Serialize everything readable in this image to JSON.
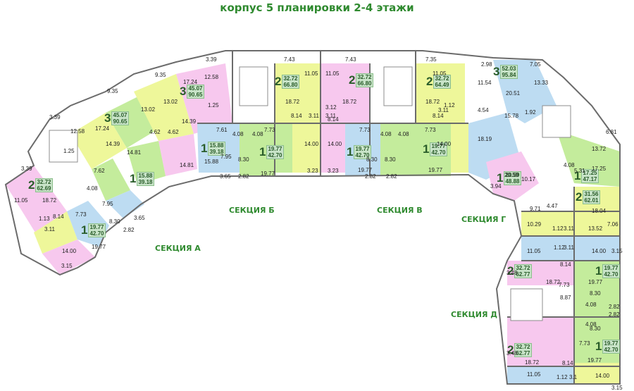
{
  "title": "корпус 5 планировки 2-4 этажи",
  "sections": [
    {
      "id": "a",
      "label": "СЕКЦИЯ А"
    },
    {
      "id": "b",
      "label": "СЕКЦИЯ Б"
    },
    {
      "id": "v",
      "label": "СЕКЦИЯ В"
    },
    {
      "id": "g",
      "label": "СЕКЦИЯ Г"
    },
    {
      "id": "d",
      "label": "СЕКЦИЯ Д"
    }
  ],
  "colors": {
    "pink": "#f7c8ee",
    "yellow": "#eef79a",
    "blue": "#bddcf2",
    "green": "#c4ec9c",
    "wall": "#6b6b6b",
    "outline": "#8c8c8c"
  },
  "apartments": [
    {
      "rooms": "2",
      "area1": "32.72",
      "area2": "62.69"
    },
    {
      "rooms": "1",
      "area1": "19.77",
      "area2": "42.70"
    },
    {
      "rooms": "1",
      "area1": "15.88",
      "area2": "39.18"
    },
    {
      "rooms": "3",
      "area1": "45.07",
      "area2": "90.65"
    },
    {
      "rooms": "3",
      "area1": "45.07",
      "area2": "90.65"
    },
    {
      "rooms": "1",
      "area1": "15.88",
      "area2": "39.18"
    },
    {
      "rooms": "1",
      "area1": "19.77",
      "area2": "42.70"
    },
    {
      "rooms": "2",
      "area1": "32.72",
      "area2": "66.80"
    },
    {
      "rooms": "2",
      "area1": "32.72",
      "area2": "66.80"
    },
    {
      "rooms": "1",
      "area1": "19.77",
      "area2": "42.70"
    },
    {
      "rooms": "1",
      "area1": "19.77",
      "area2": "42.70"
    },
    {
      "rooms": "2",
      "area1": "32.72",
      "area2": "64.49"
    },
    {
      "rooms": "3",
      "area1": "52.03",
      "area2": "95.84"
    },
    {
      "rooms": "1",
      "area1": "20.59",
      "area2": "48.88"
    },
    {
      "rooms": "1",
      "area1": "17.25",
      "area2": "47.17"
    },
    {
      "rooms": "2",
      "area1": "31.56",
      "area2": "62.01"
    },
    {
      "rooms": "1",
      "area1": "19.77",
      "area2": "42.70"
    },
    {
      "rooms": "2",
      "area1": "32.72",
      "area2": "62.77"
    },
    {
      "rooms": "2",
      "area1": "32.72",
      "area2": "62.77"
    },
    {
      "rooms": "1",
      "area1": "19.77",
      "area2": "42.70"
    }
  ],
  "room_labels": [
    "3.39",
    "3.39",
    "11.05",
    "18.72",
    "8.14",
    "1.13",
    "3.11",
    "14.00",
    "3.15",
    "12.58",
    "1.25",
    "17.24",
    "14.39",
    "7.62",
    "4.08",
    "7.95",
    "7.73",
    "8.30",
    "19.77",
    "2.82",
    "3.65",
    "9.35",
    "13.02",
    "4.62",
    "14.81",
    "9.35",
    "17.24",
    "13.02",
    "4.62",
    "14.39",
    "14.81",
    "3.39",
    "12.58",
    "1.25",
    "7.61",
    "4.08",
    "4.08",
    "7.73",
    "15.88",
    "7.95",
    "8.30",
    "19.77",
    "3.65",
    "2.82",
    "7.43",
    "11.05",
    "18.72",
    "8.14",
    "3.11",
    "14.00",
    "3.23",
    "7.43",
    "11.05",
    "3.12",
    "3.11",
    "8.14",
    "18.72",
    "14.00",
    "3.23",
    "7.73",
    "4.08",
    "4.08",
    "7.73",
    "19.77",
    "8.30",
    "8.30",
    "19.77",
    "2.82",
    "2.82",
    "7.35",
    "11.05",
    "18.72",
    "8.14",
    "3.11",
    "1.12",
    "14.00",
    "2.98",
    "7.05",
    "11.54",
    "20.51",
    "13.33",
    "4.54",
    "15.78",
    "1.92",
    "18.19",
    "6.81",
    "13.72",
    "3.94",
    "20.59",
    "10.17",
    "4.08",
    "5.31",
    "17.25",
    "9.71",
    "4.47",
    "18.04",
    "10.29",
    "1.12",
    "3.11",
    "13.52",
    "7.06",
    "11.05",
    "1.12",
    "3.11",
    "14.00",
    "3.15",
    "3.48",
    "8.14",
    "18.72",
    "7.73",
    "19.77",
    "8.30",
    "8.87",
    "2.82",
    "4.08",
    "2.82",
    "4.08",
    "8.30",
    "3.48",
    "18.72",
    "8.14",
    "7.73",
    "19.77",
    "11.05",
    "1.12",
    "3.1",
    "14.00",
    "3.15"
  ]
}
